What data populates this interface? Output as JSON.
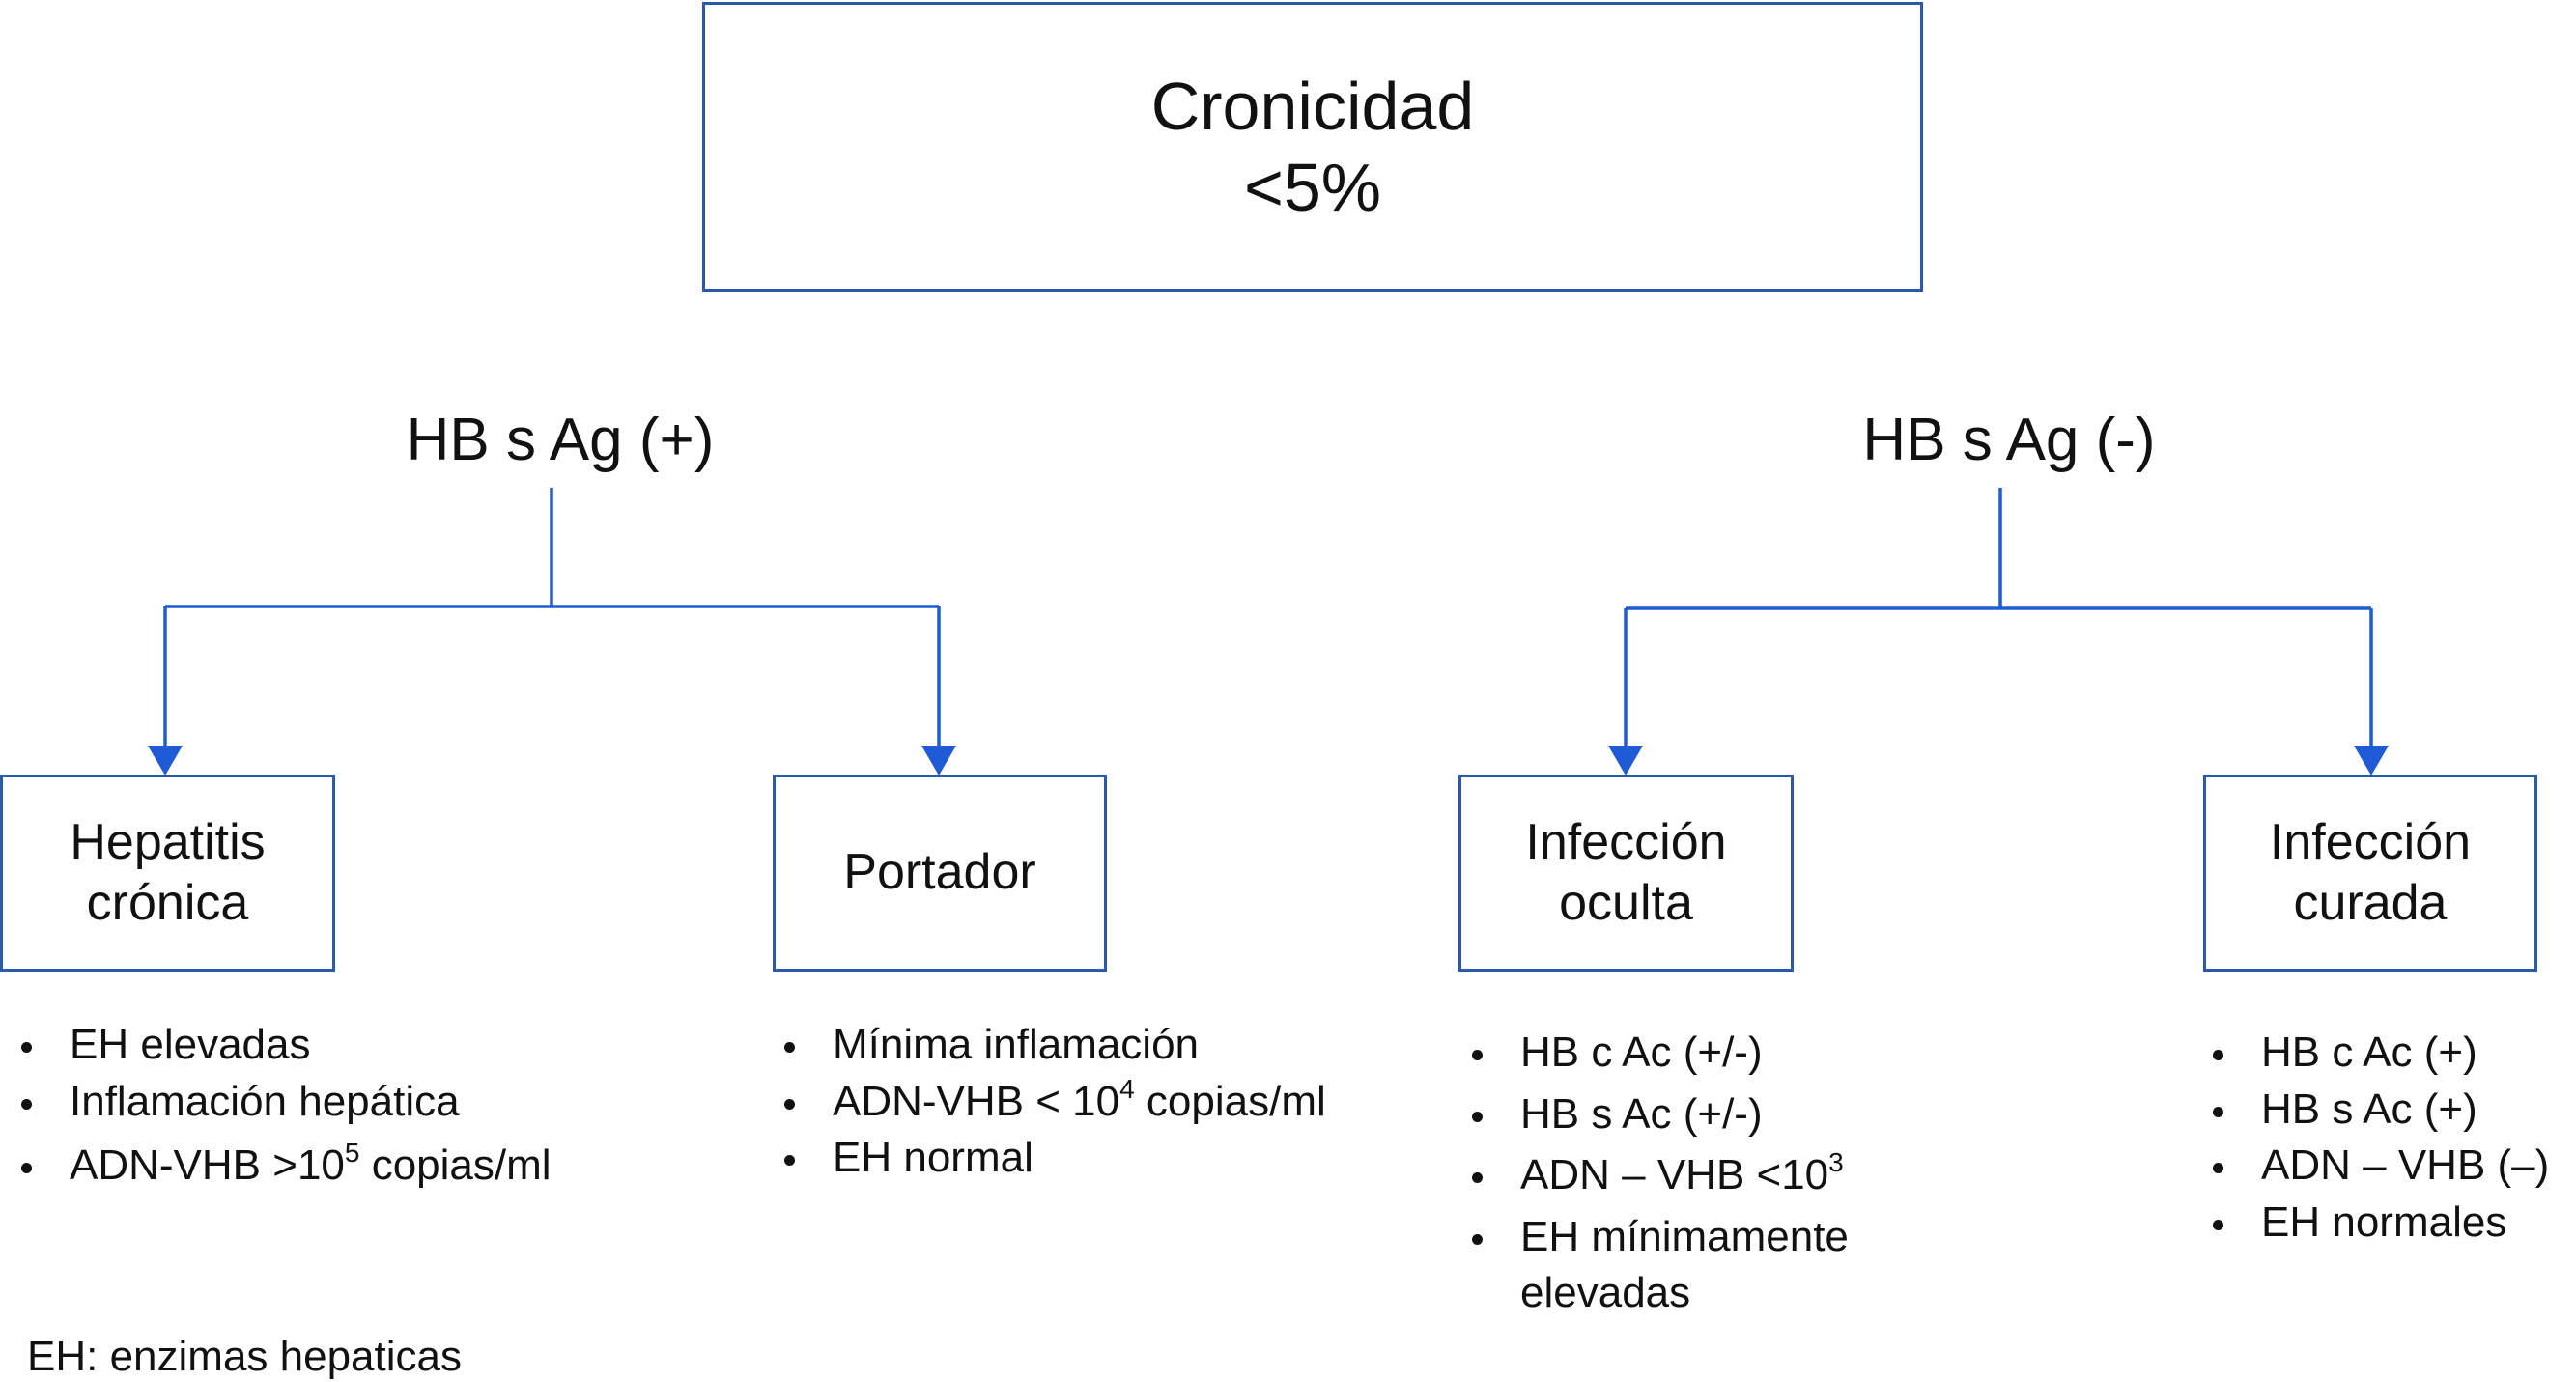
{
  "colors": {
    "box_border": "#2a5aa8",
    "connector": "#1f5bd6",
    "text": "#111111"
  },
  "root": {
    "title": "Cronicidad",
    "subtitle": "<5%"
  },
  "branches": {
    "left": {
      "label": "HB s Ag (+)",
      "children": [
        {
          "title": [
            "Hepatitis",
            "crónica"
          ],
          "items": [
            {
              "text": "EH elevadas"
            },
            {
              "text": "Inflamación hepática"
            },
            {
              "text": "ADN-VHB >10",
              "sup": "5",
              "after": " copias/ml"
            }
          ]
        },
        {
          "title": [
            "Portador"
          ],
          "items": [
            {
              "text": "Mínima inflamación"
            },
            {
              "text": "ADN-VHB < 10",
              "sup": "4",
              "after": " copias/ml"
            },
            {
              "text": "EH normal"
            }
          ]
        }
      ]
    },
    "right": {
      "label": "HB s Ag (-)",
      "children": [
        {
          "title": [
            "Infección",
            "oculta"
          ],
          "items": [
            {
              "text": "HB c Ac (+/-)"
            },
            {
              "text": "HB s Ac (+/-)"
            },
            {
              "text": "ADN – VHB <10",
              "sup": "3"
            },
            {
              "text": "EH mínimamente",
              "line2": "elevadas"
            }
          ]
        },
        {
          "title": [
            "Infección",
            "curada"
          ],
          "items": [
            {
              "text": "HB c Ac (+)"
            },
            {
              "text": "HB s Ac (+)"
            },
            {
              "text": "ADN – VHB (–)"
            },
            {
              "text": "EH normales"
            }
          ]
        }
      ]
    }
  },
  "footnote": "EH: enzimas hepaticas"
}
